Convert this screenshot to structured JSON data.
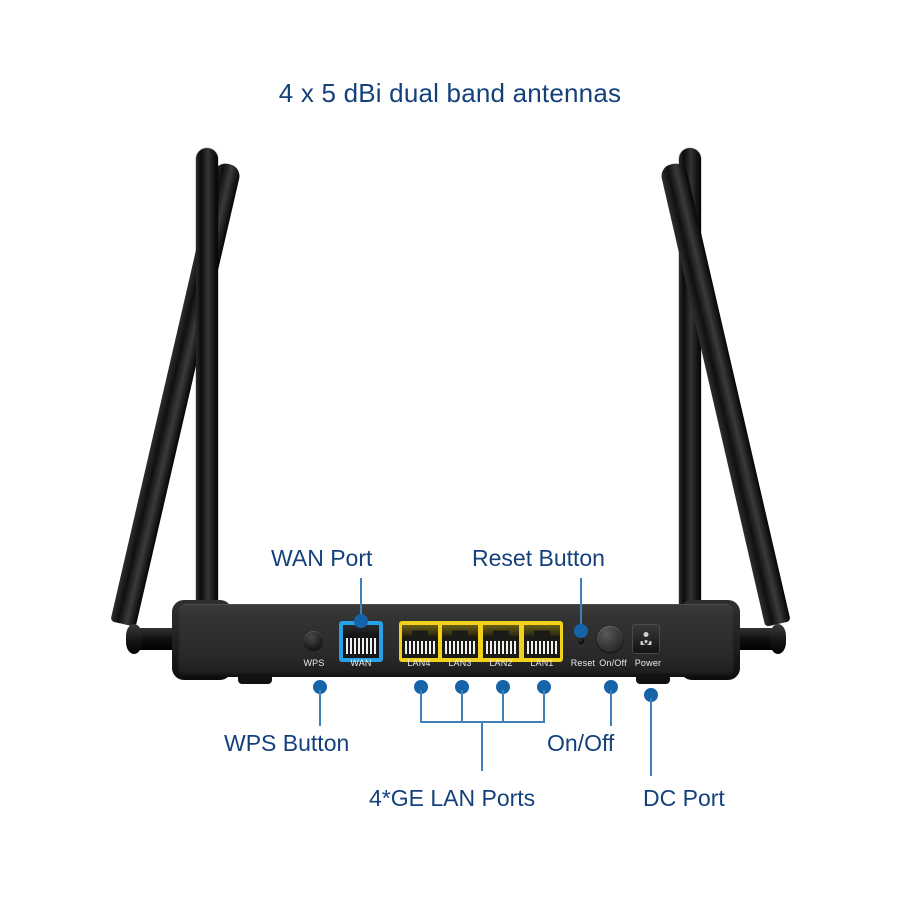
{
  "diagram": {
    "title": "4 x 5 dBi dual band antennas",
    "accent_text_color": "#14417c",
    "callout_dot_color": "#1763a8",
    "callout_line_color": "#3f7fba",
    "wan_port_color": "#27a0e6",
    "lan_port_color": "#f2d11a",
    "chassis_color": "#2d2d2d"
  },
  "router": {
    "port_labels": {
      "wps": "WPS",
      "wan": "WAN",
      "lan4": "LAN4",
      "lan3": "LAN3",
      "lan2": "LAN2",
      "lan1": "LAN1",
      "reset": "Reset",
      "onoff": "On/Off",
      "power": "Power"
    }
  },
  "callouts": {
    "wan_port": "WAN Port",
    "reset_button": "Reset Button",
    "wps_button": "WPS Button",
    "lan_ports": "4*GE LAN Ports",
    "on_off": "On/Off",
    "dc_port": "DC Port"
  }
}
